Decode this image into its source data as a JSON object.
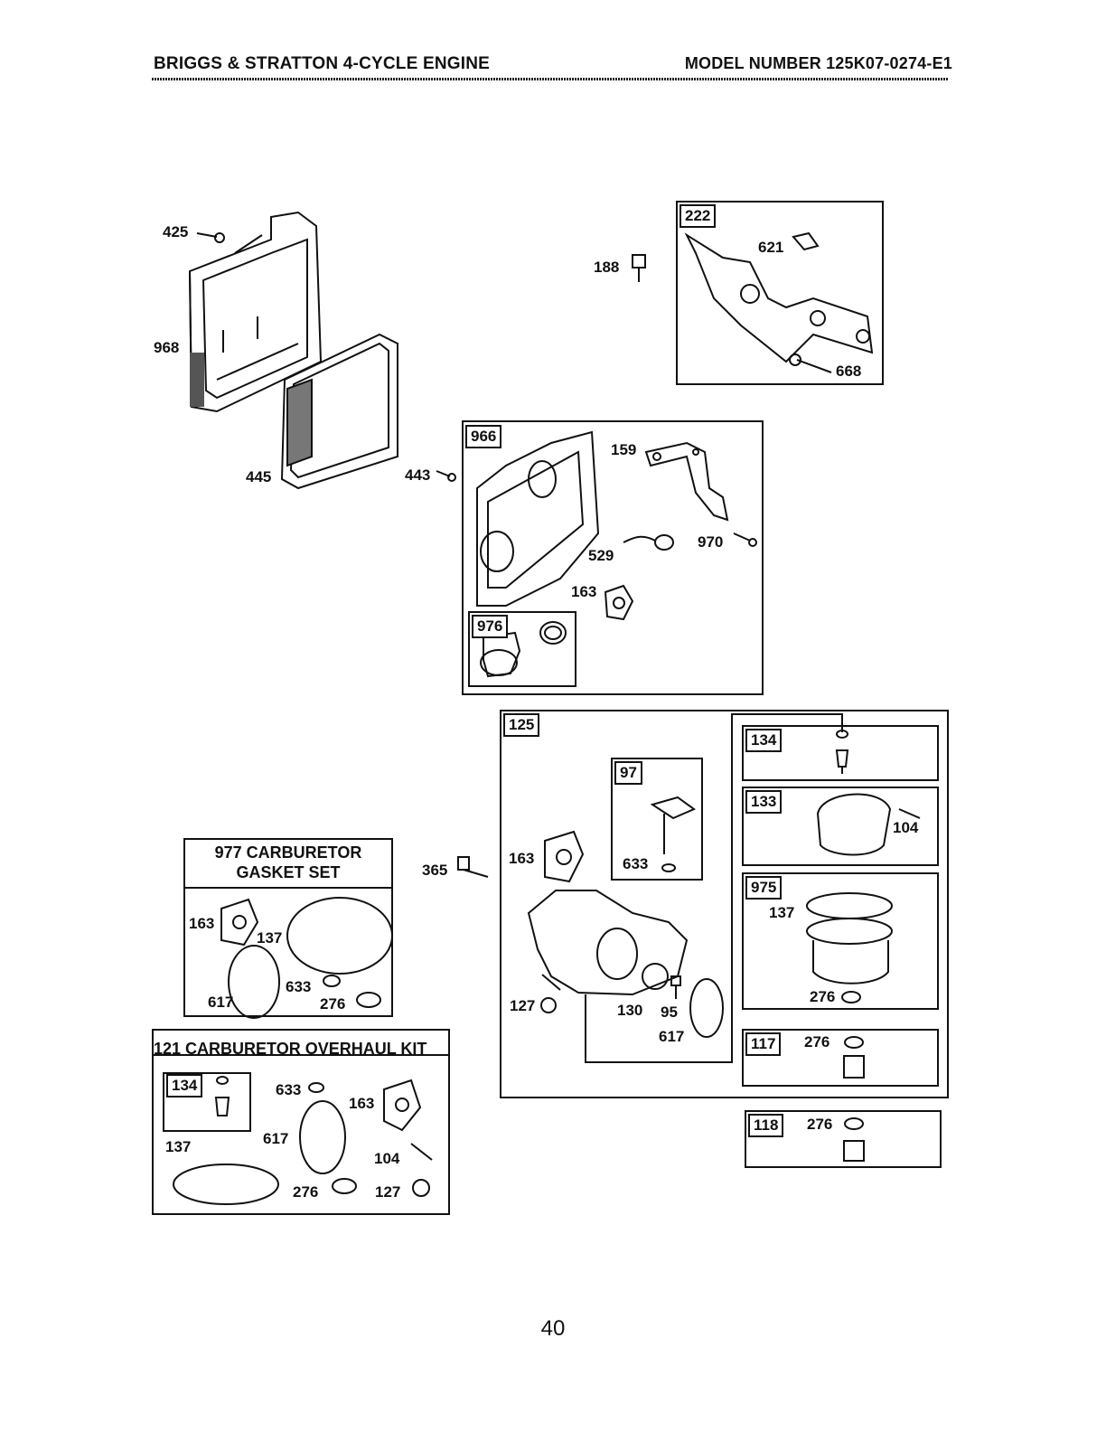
{
  "header": {
    "left": "BRIGGS & STRATTON 4-CYCLE ENGINE",
    "right": "MODEL NUMBER 125K07-0274-E1"
  },
  "boxes": {
    "b222": "222",
    "b966": "966",
    "b976": "976",
    "b125": "125",
    "b97": "97",
    "b134": "134",
    "b133": "133",
    "b975": "975",
    "b117": "117",
    "b118": "118",
    "b134kit": "134"
  },
  "kits": {
    "k977_line1": "977 CARBURETOR",
    "k977_line2": "GASKET SET",
    "k121": "121 CARBURETOR OVERHAUL KIT"
  },
  "callouts": {
    "c425": "425",
    "c968": "968",
    "c445": "445",
    "c443": "443",
    "c188": "188",
    "c621": "621",
    "c668": "668",
    "c159": "159",
    "c970": "970",
    "c529": "529",
    "c163a": "163",
    "c365": "365",
    "c163b": "163",
    "c633a": "633",
    "c127a": "127",
    "c130": "130",
    "c95": "95",
    "c617a": "617",
    "c104a": "104",
    "c137a": "137",
    "c276a": "276",
    "c276b": "276",
    "c276c": "276",
    "g163": "163",
    "g137": "137",
    "g617": "617",
    "g633": "633",
    "g276": "276",
    "o633": "633",
    "o163": "163",
    "o137": "137",
    "o617": "617",
    "o104": "104",
    "o276": "276",
    "o127": "127"
  },
  "page_number": "40"
}
